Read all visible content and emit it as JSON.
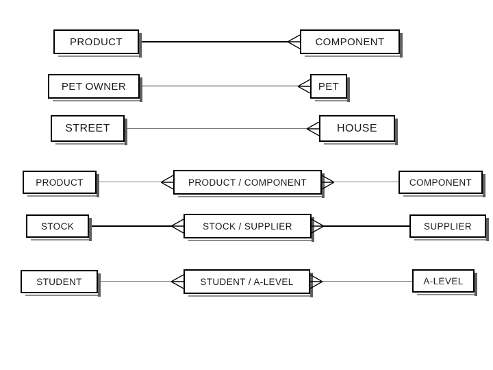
{
  "colors": {
    "background": "#ffffff",
    "box_fill": "#ffffff",
    "box_border": "#000000",
    "box_shadow": "#5f5f5f",
    "line_dark": "#000000",
    "line_gray": "#7a7a7a"
  },
  "one_to_many": [
    {
      "parent": "PRODUCT",
      "child": "COMPONENT"
    },
    {
      "parent": "PET OWNER",
      "child": "PET"
    },
    {
      "parent": "STREET",
      "child": "HOUSE"
    }
  ],
  "many_to_many": [
    {
      "left": "PRODUCT",
      "junction": "PRODUCT / COMPONENT",
      "right": "COMPONENT"
    },
    {
      "left": "STOCK",
      "junction": "STOCK / SUPPLIER",
      "right": "SUPPLIER"
    },
    {
      "left": "STUDENT",
      "junction": "STUDENT / A-LEVEL",
      "right": "A-LEVEL"
    }
  ]
}
